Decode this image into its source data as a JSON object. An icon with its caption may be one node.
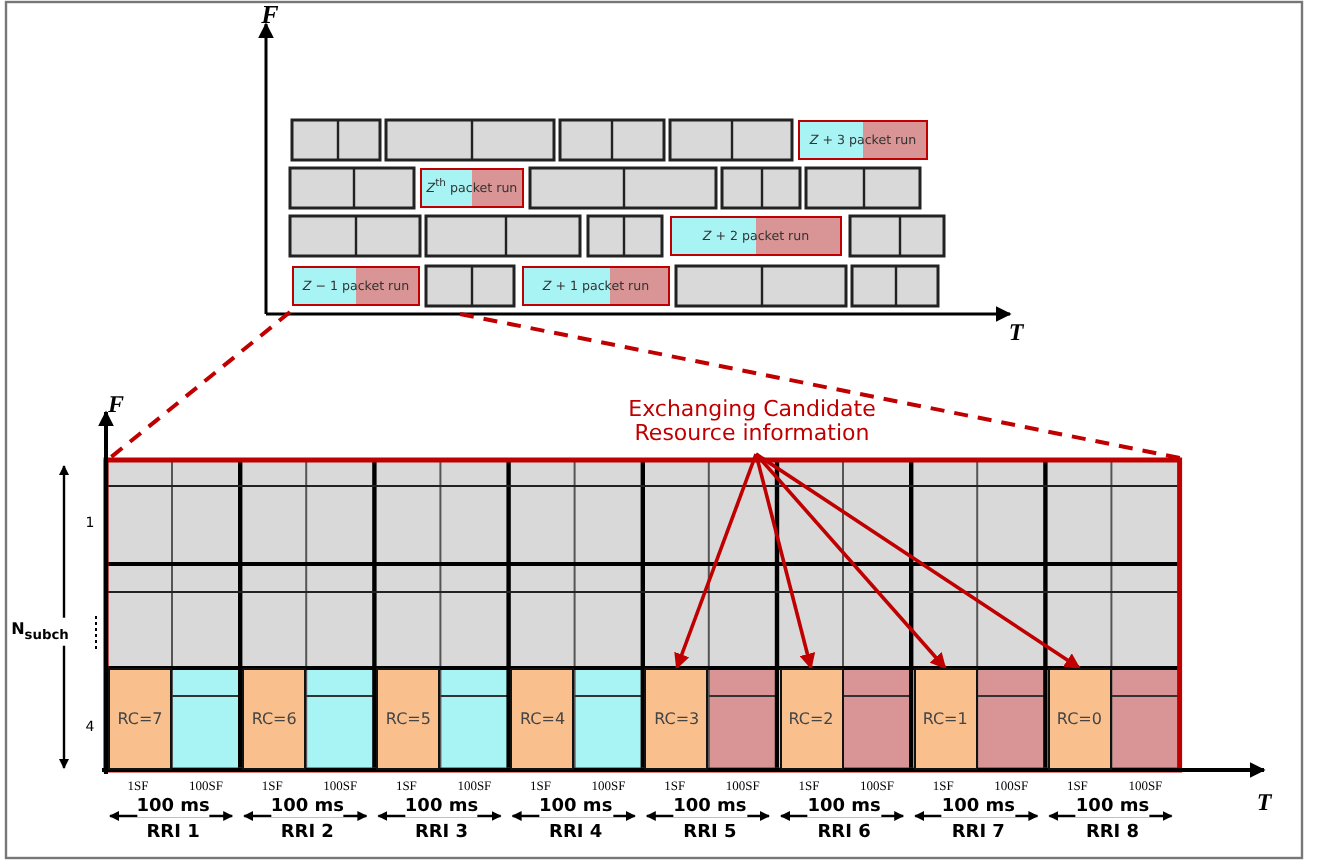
{
  "diagram": {
    "nodes": [
      {
        "text": [
          "*Z* + 3 packet run"
        ]
      },
      {
        "text": [
          "*Z*$^{th}$ packet run"
        ]
      },
      {
        "text": [
          "*Z* + 2 packet run"
        ]
      },
      {
        "text": [
          "*Z* − 1 packet run"
        ]
      },
      {
        "text": [
          "*Z* + 1 packet run"
        ]
      },
      {
        "text": [
          "Exchanging Candidate Resource information"
        ]
      },
      {
        "text": [
          "RC=7"
        ]
      },
      {
        "text": [
          "RC=6"
        ]
      },
      {
        "text": [
          "RC=5"
        ]
      },
      {
        "text": [
          "RC=4"
        ]
      },
      {
        "text": [
          "RC=3"
        ]
      },
      {
        "text": [
          "RC=2"
        ]
      },
      {
        "text": [
          "RC=1"
        ]
      },
      {
        "text": [
          "RC=0"
        ]
      }
    ],
    "edges": [
      {
        "from": 5,
        "to": 10,
        "arrow": "to"
      },
      {
        "from": 5,
        "to": 11,
        "arrow": "to"
      },
      {
        "from": 5,
        "to": 12,
        "arrow": "to"
      },
      {
        "from": 5,
        "to": 13,
        "arrow": "to"
      }
    ],
    "labels": [
      "F",
      "T",
      "F",
      "1",
      "N$_{subch}$",
      "4",
      "1SF",
      "100SF",
      "100 ms",
      "RRI 1",
      "1SF",
      "100SF",
      "100 ms",
      "RRI 2",
      "1SF",
      "100SF",
      "100 ms",
      "RRI 3",
      "1SF",
      "100SF",
      "100 ms",
      "RRI 4",
      "1SF",
      "100SF",
      "100 ms",
      "RRI 5",
      "1SF",
      "100SF",
      "100 ms",
      "RRI 6",
      "1SF",
      "100SF",
      "100 ms",
      "RRI 7",
      "1SF",
      "100SF",
      "100 ms",
      "RRI 8",
      "T"
    ]
  }
}
